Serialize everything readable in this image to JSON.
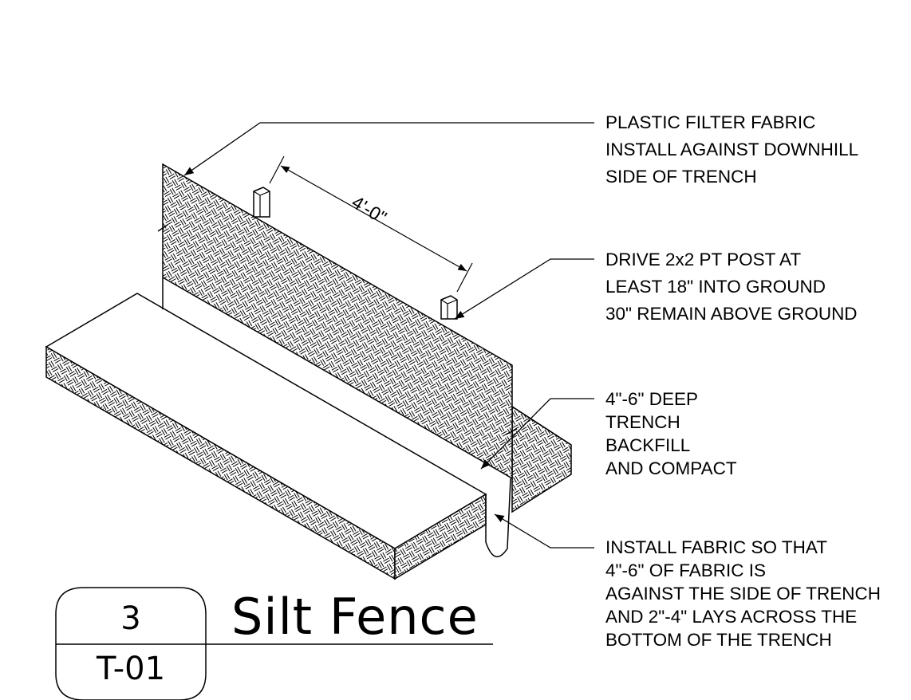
{
  "notes": [
    {
      "lines": [
        "PLASTIC FILTER FABRIC",
        "INSTALL AGAINST DOWNHILL",
        "SIDE OF TRENCH"
      ]
    },
    {
      "lines": [
        "DRIVE 2x2 PT POST AT",
        "LEAST 18\" INTO GROUND",
        "30\" REMAIN ABOVE GROUND"
      ]
    },
    {
      "lines": [
        "4\"-6\" DEEP",
        "TRENCH",
        "BACKFILL",
        "AND COMPACT"
      ]
    },
    {
      "lines": [
        "INSTALL FABRIC SO THAT",
        "4\"-6\" OF FABRIC IS",
        "AGAINST THE SIDE OF TRENCH",
        "AND 2\"-4\" LAYS ACROSS THE",
        "BOTTOM OF THE TRENCH"
      ]
    }
  ],
  "dimension": "4'-0\"",
  "title_block": {
    "detail_number": "3",
    "sheet": "T-01",
    "title": "Silt Fence"
  }
}
